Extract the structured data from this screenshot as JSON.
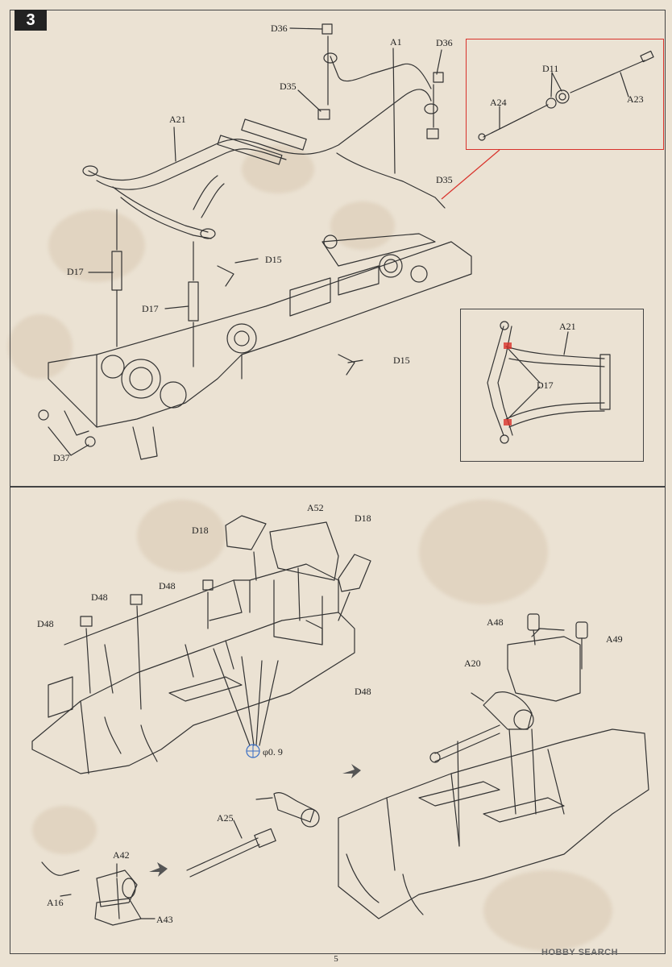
{
  "step": {
    "number": "3"
  },
  "labels": {
    "d36_a": "D36",
    "d36_b": "D36",
    "a1": "A1",
    "d35_a": "D35",
    "d35_b": "D35",
    "a21": "A21",
    "d11": "D11",
    "a24": "A24",
    "a23": "A23",
    "d15_a": "D15",
    "d15_b": "D15",
    "d17_a": "D17",
    "d17_b": "D17",
    "d37": "D37",
    "inset_a21": "A21",
    "inset_d17": "D17",
    "d18_a": "D18",
    "a52": "A52",
    "d18_b": "D18",
    "d48_a": "D48",
    "d48_b": "D48",
    "d48_c": "D48",
    "d48_d": "D48",
    "drill": "φ0. 9",
    "a48": "A48",
    "a49": "A49",
    "a20": "A20",
    "a25": "A25",
    "a42": "A42",
    "a16": "A16",
    "a43": "A43"
  },
  "footer": {
    "page_number": "5",
    "watermark": "HOBBY SEARCH"
  },
  "colors": {
    "paper": "#ebe2d3",
    "ink": "#333333",
    "callout_red": "#d9322b",
    "drill_blue": "#3b6fc4"
  }
}
